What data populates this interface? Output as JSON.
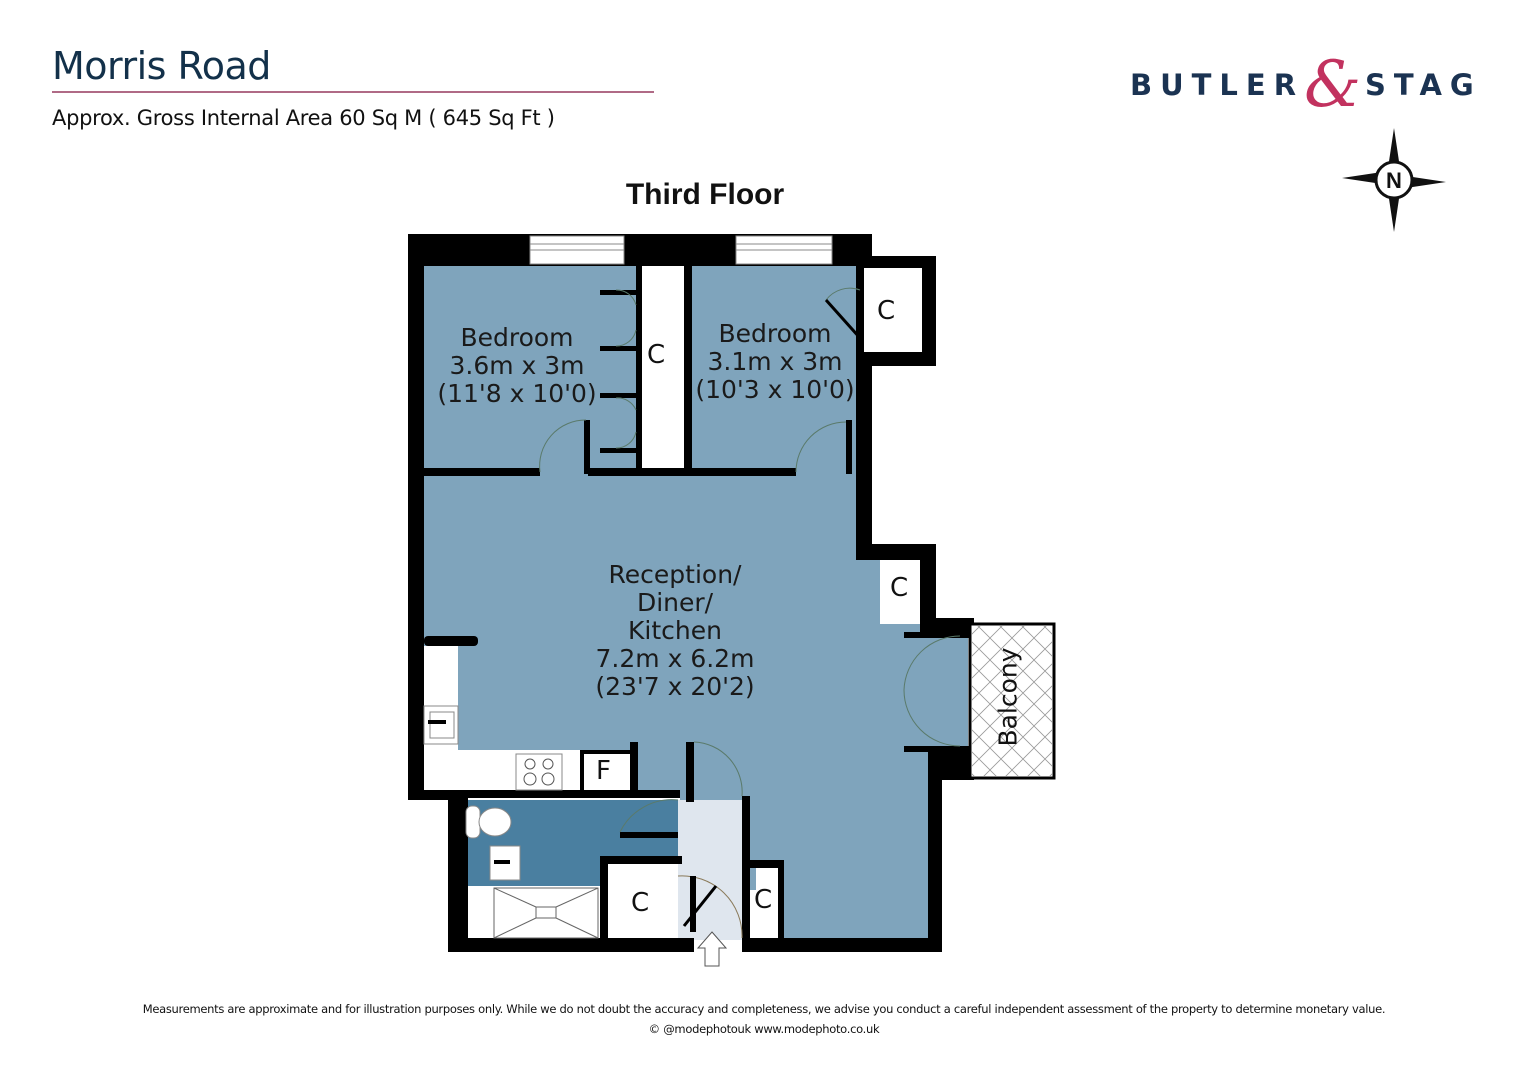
{
  "header": {
    "title": "Morris Road",
    "subtitle": "Approx. Gross Internal Area 60 Sq M ( 645 Sq Ft )",
    "rule_color": "#b06a86"
  },
  "logo": {
    "word_left": "BUTLER",
    "ampersand": "&",
    "word_right": "STAG",
    "text_color": "#1b3352",
    "accent_color": "#c2325f"
  },
  "compass": {
    "label": "N",
    "icon": "north-compass-icon"
  },
  "floor": {
    "title": "Third Floor"
  },
  "rooms": [
    {
      "name": "Bedroom",
      "metric": "3.6m x 3m",
      "imperial": "(11'8 x 10'0)"
    },
    {
      "name": "Bedroom",
      "metric": "3.1m x 3m",
      "imperial": "(10'3 x 10'0)"
    },
    {
      "name": "Reception/",
      "name2": "Diner/",
      "name3": "Kitchen",
      "metric": "7.2m x 6.2m",
      "imperial": "(23'7 x 20'2)"
    }
  ],
  "cupboards": [
    "C",
    "C",
    "C",
    "C",
    "C"
  ],
  "fridge_label": "F",
  "balcony_label": "Balcony",
  "colors": {
    "room_fill": "#7fa4bc",
    "bathroom_fill": "#4a7fa0",
    "hall_fill": "#dfe6ee",
    "wall": "#000000"
  },
  "footer": {
    "disclaimer": "Measurements are approximate and for illustration purposes only.  While we do not doubt the accuracy and completeness, we advise you conduct a careful independent assessment of the property to determine monetary value.",
    "credit": "© @modephotouk www.modephoto.co.uk"
  }
}
